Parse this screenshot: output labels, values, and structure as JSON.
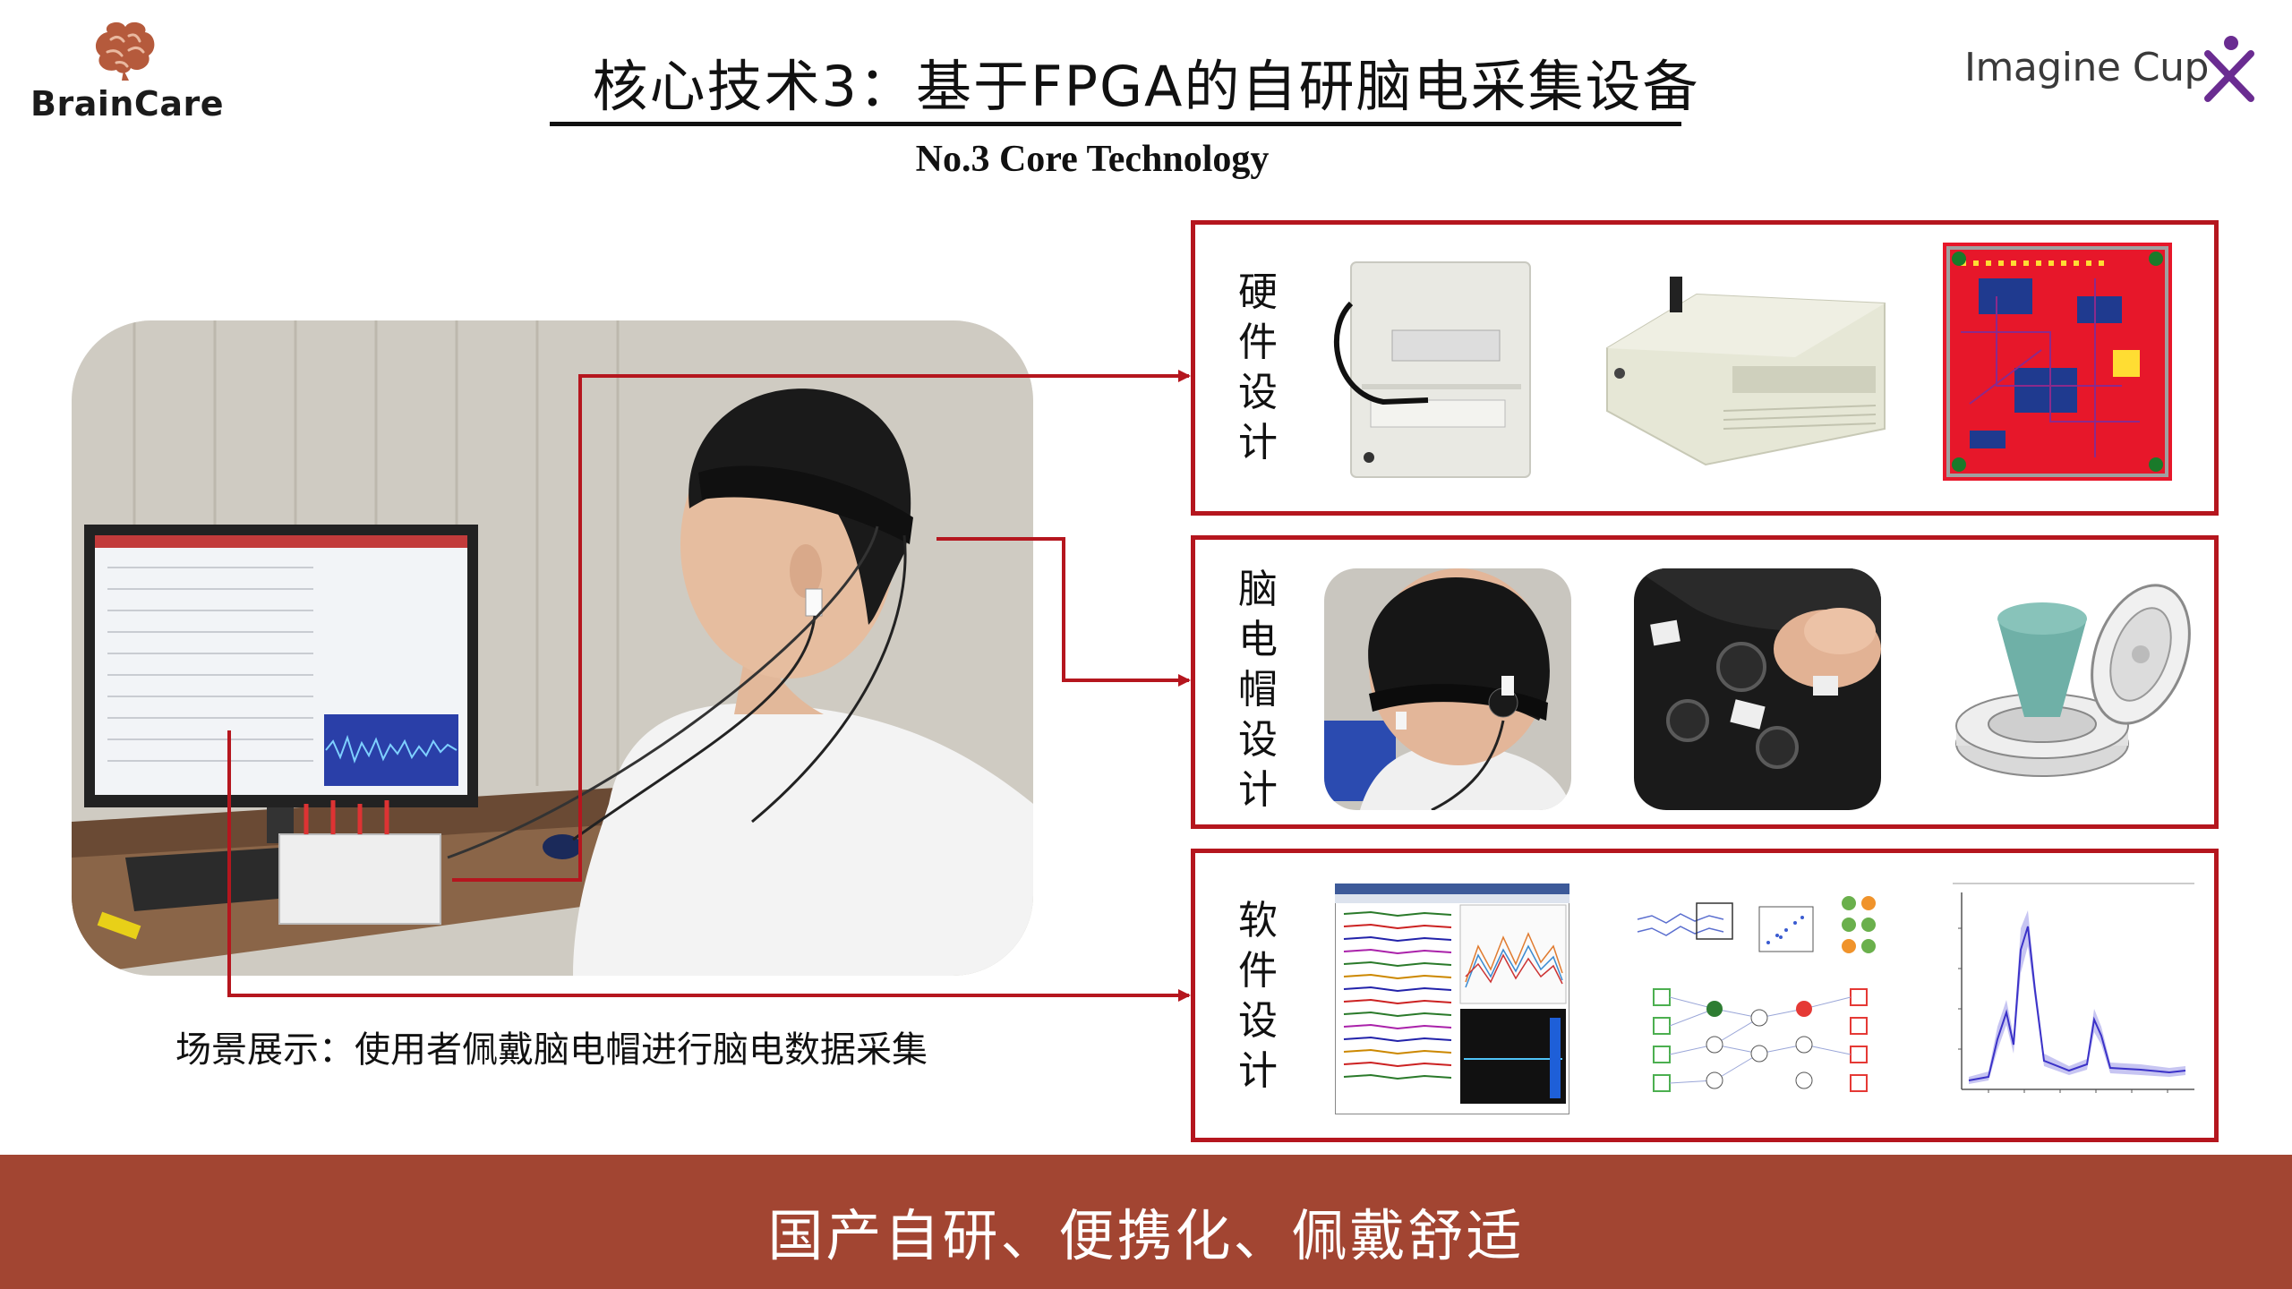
{
  "header": {
    "brand_left": "BrainCare",
    "title": "核心技术3：基于FPGA的自研脑电采集设备",
    "subtitle": "No.3 Core Technology",
    "brand_right": "Imagine Cup"
  },
  "scene": {
    "caption": "场景展示：使用者佩戴脑电帽进行脑电数据采集"
  },
  "panels": [
    {
      "label": "硬件设计"
    },
    {
      "label": "脑电帽设计"
    },
    {
      "label": "软件设计"
    }
  ],
  "footer": {
    "text": "国产自研、便携化、佩戴舒适"
  },
  "colors": {
    "accent_red": "#b5161e",
    "footer_bg": "#a24532",
    "logo_purple": "#6a2c91",
    "brain_icon": "#b55a3c"
  }
}
